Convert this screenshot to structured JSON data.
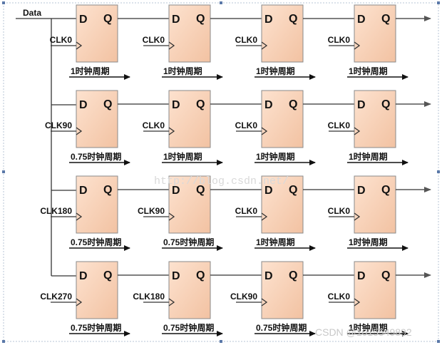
{
  "data_label": "Data",
  "pins": {
    "d": "D",
    "q": "Q"
  },
  "rows": [
    {
      "stages": [
        {
          "clock": "CLK0",
          "period": "1时钟周期"
        },
        {
          "clock": "CLK0",
          "period": "1时钟周期"
        },
        {
          "clock": "CLK0",
          "period": "1时钟周期"
        },
        {
          "clock": "CLK0",
          "period": "1时钟周期"
        }
      ]
    },
    {
      "stages": [
        {
          "clock": "CLK90",
          "period": "0.75时钟周期"
        },
        {
          "clock": "CLK0",
          "period": "1时钟周期"
        },
        {
          "clock": "CLK0",
          "period": "1时钟周期"
        },
        {
          "clock": "CLK0",
          "period": "1时钟周期"
        }
      ]
    },
    {
      "stages": [
        {
          "clock": "CLK180",
          "period": "0.75时钟周期"
        },
        {
          "clock": "CLK90",
          "period": "0.75时钟周期"
        },
        {
          "clock": "CLK0",
          "period": "1时钟周期"
        },
        {
          "clock": "CLK0",
          "period": "1时钟周期"
        }
      ]
    },
    {
      "stages": [
        {
          "clock": "CLK270",
          "period": "0.75时钟周期"
        },
        {
          "clock": "CLK180",
          "period": "0.75时钟周期"
        },
        {
          "clock": "CLK90",
          "period": "0.75时钟周期"
        },
        {
          "clock": "CLK0",
          "period": "1时钟周期"
        }
      ]
    }
  ],
  "watermark": "http://blog.csdn.net/",
  "credit": "CSDN @1015549892"
}
